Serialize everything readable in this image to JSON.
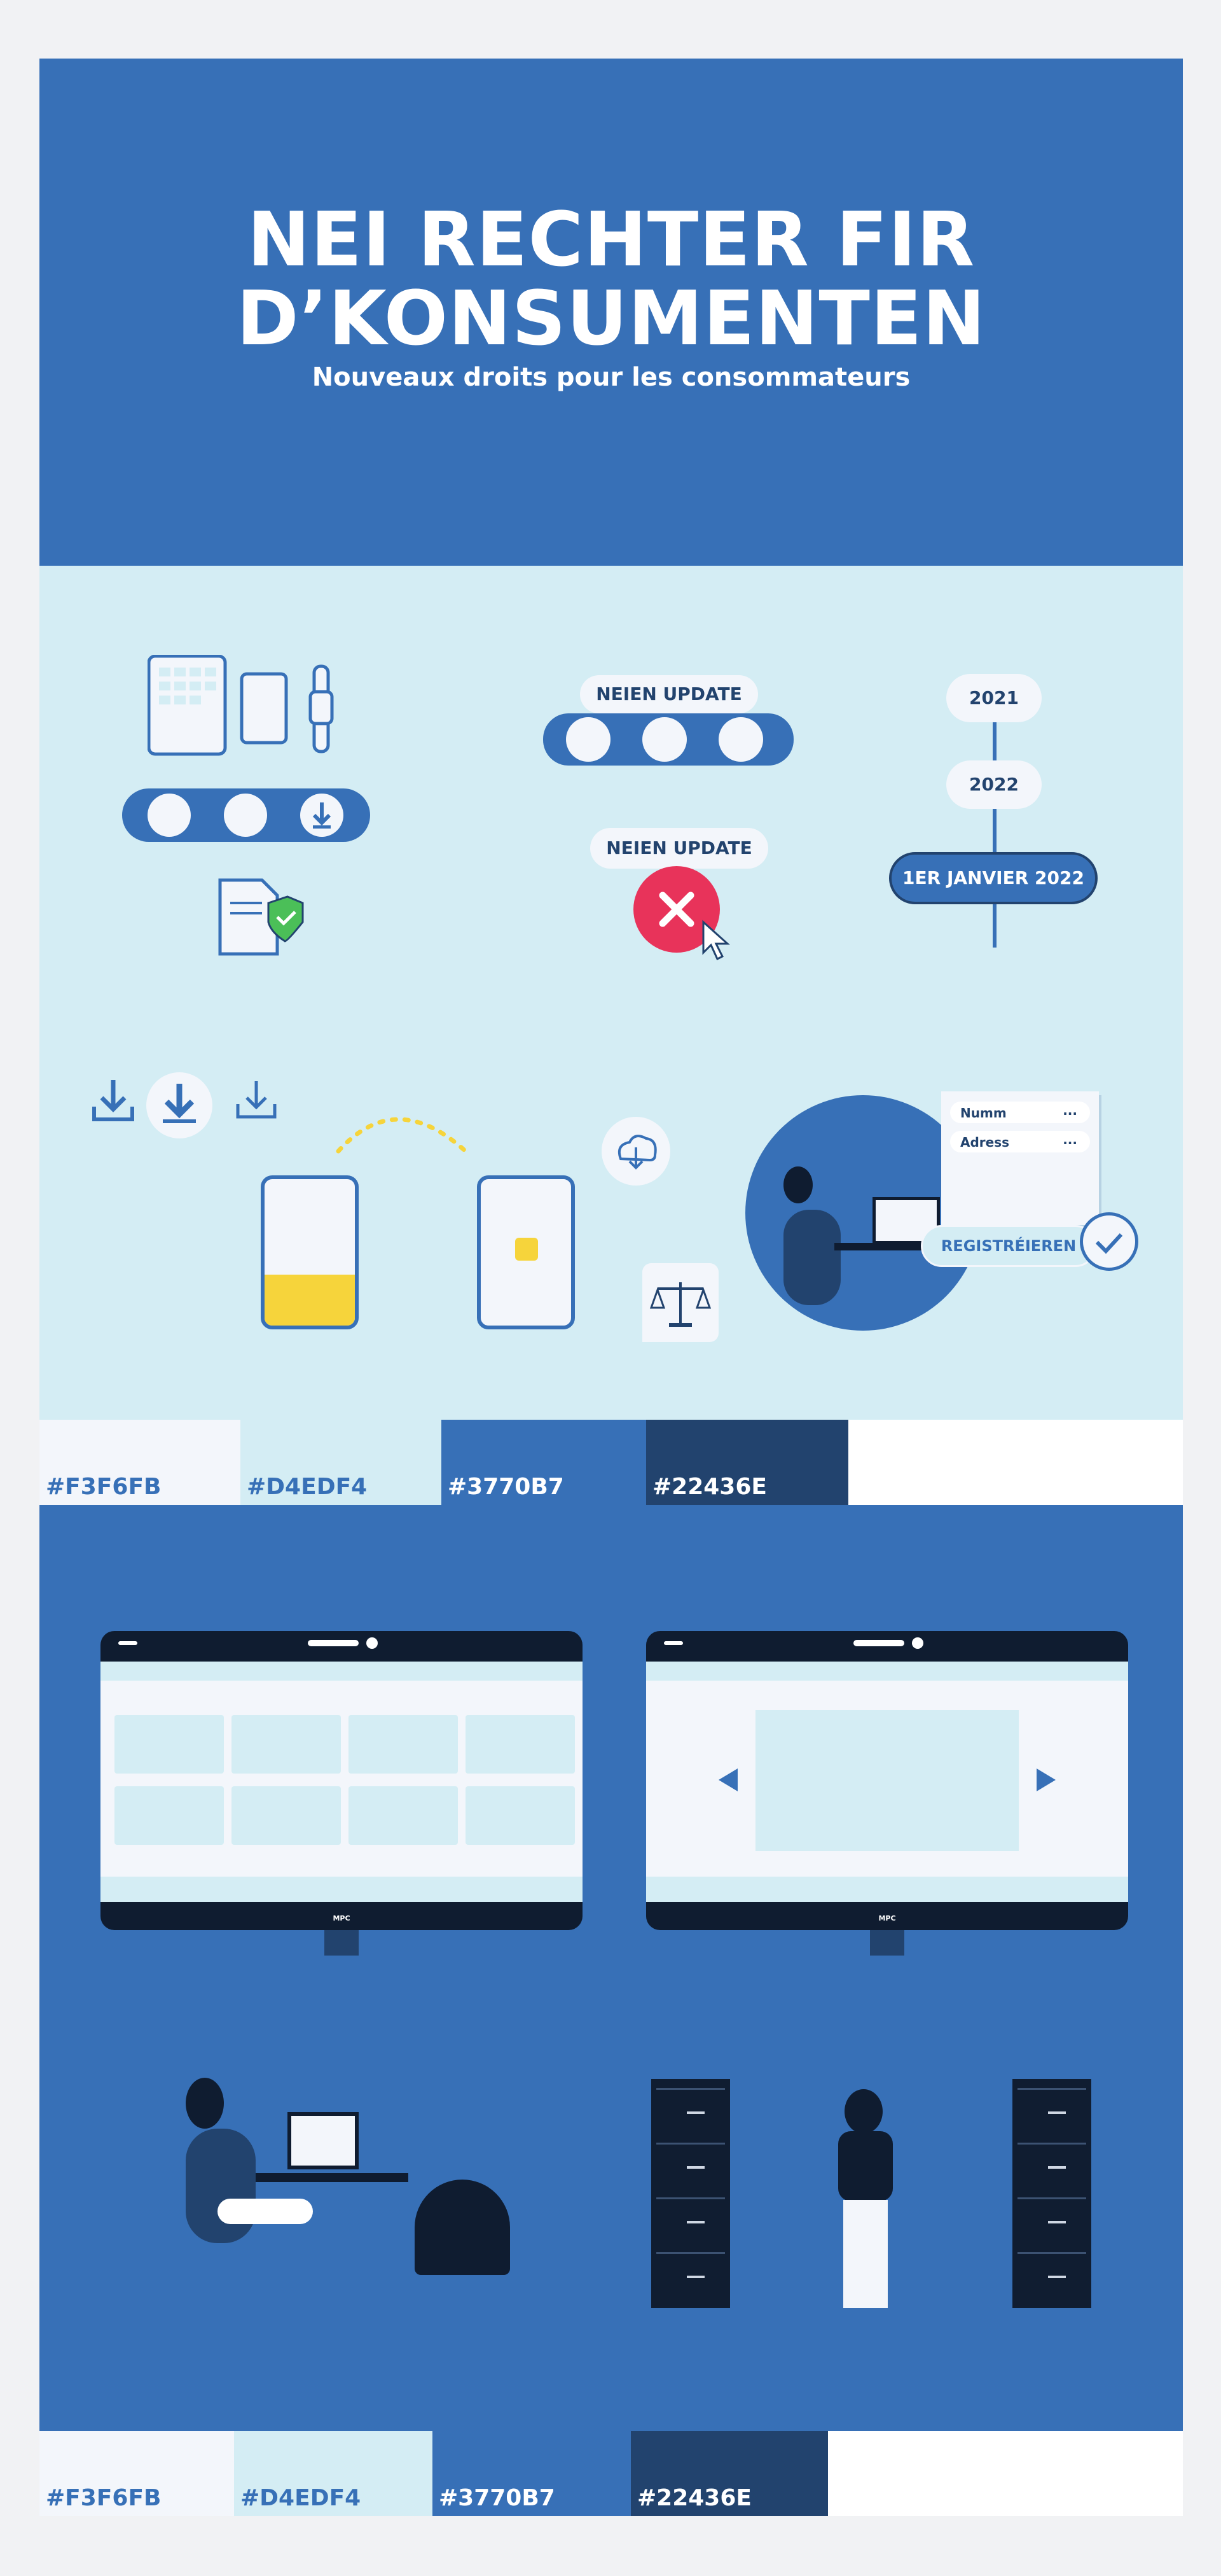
{
  "hero": {
    "title_line1": "NEI RECHTER FIR",
    "title_line2": "D’KONSUMENTEN",
    "subtitle": "Nouveaux droits pour les consommateurs"
  },
  "illustrations": {
    "update_label_1": "NEIEN UPDATE",
    "update_label_2": "NEIEN UPDATE",
    "timeline": [
      "2021",
      "2022",
      "1ER JANVIER 2022"
    ],
    "form_fields": [
      {
        "label": "Numm",
        "value": "..."
      },
      {
        "label": "Adress",
        "value": "..."
      }
    ],
    "register_label": "REGISTRÉIEREN"
  },
  "palette_1": [
    "#F3F6FB",
    "#D4EDF4",
    "#3770B7",
    "#22436E"
  ],
  "screens": {
    "monitor_brand_left": "MPC",
    "monitor_brand_right": "MPC"
  },
  "palette_2": [
    "#F3F6FB",
    "#D4EDF4",
    "#3770B7",
    "#22436E"
  ],
  "colors": {
    "light": "#f3f6fb",
    "pale_blue": "#d4edf4",
    "blue": "#3770b7",
    "navy": "#22436e",
    "accent_yellow": "#f6d43b",
    "accent_red": "#e8335a",
    "accent_green": "#4bbf58"
  }
}
